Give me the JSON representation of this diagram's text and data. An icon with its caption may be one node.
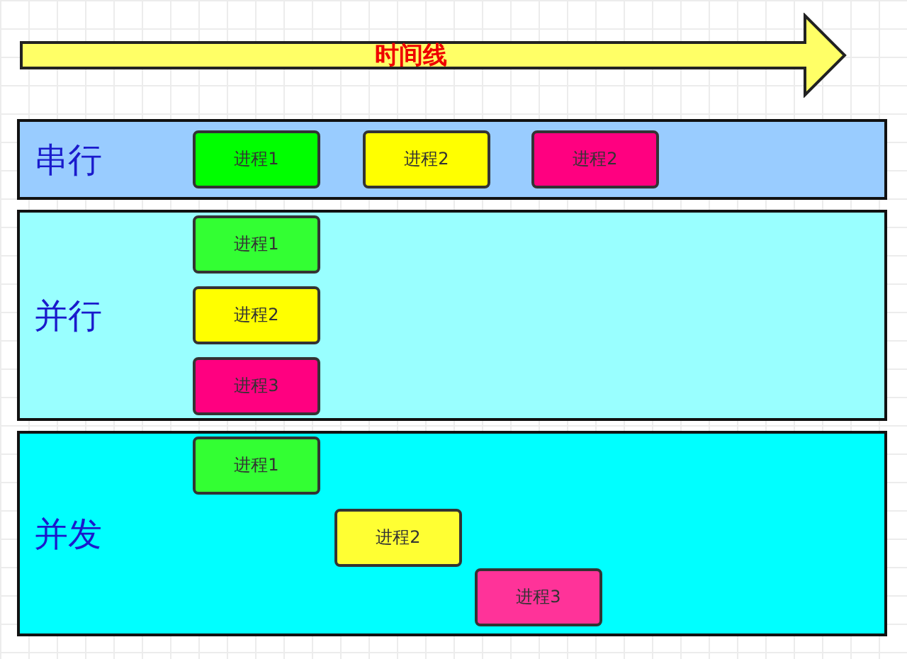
{
  "diagram": {
    "nodes": [
      {
        "text": [
          "时间线"
        ]
      },
      {
        "text": [
          "串行"
        ]
      },
      {
        "text": [
          "进程1"
        ],
        "in": 1
      },
      {
        "text": [
          "进程2"
        ],
        "in": 1
      },
      {
        "text": [
          "进程2"
        ],
        "in": 1
      },
      {
        "text": [
          "并行"
        ]
      },
      {
        "text": [
          "进程1"
        ],
        "in": 5
      },
      {
        "text": [
          "进程2"
        ],
        "in": 5
      },
      {
        "text": [
          "进程3"
        ],
        "in": 5
      },
      {
        "text": [
          "并发"
        ]
      },
      {
        "text": [
          "进程1"
        ],
        "in": 9
      },
      {
        "text": [
          "进程2"
        ],
        "in": 9
      },
      {
        "text": [
          "进程3"
        ],
        "in": 9
      }
    ]
  }
}
